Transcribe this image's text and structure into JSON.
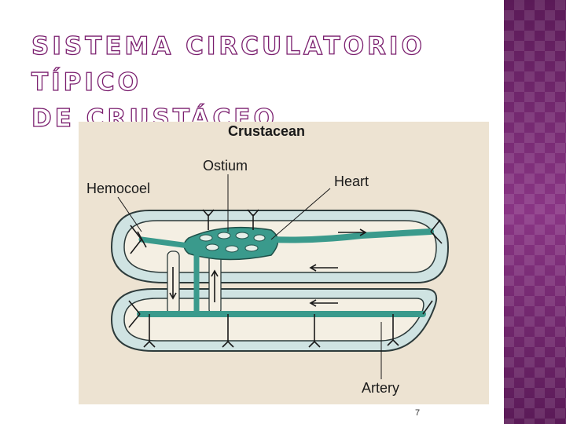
{
  "slide": {
    "title_line1": "SISTEMA CIRCULATORIO TÍPICO",
    "title_line2": "DE CRUSTÁCEO",
    "page_number": "7"
  },
  "diagram": {
    "title": "Crustacean",
    "labels": {
      "ostium": "Ostium",
      "heart": "Heart",
      "hemocoel": "Hemocoel",
      "artery": "Artery"
    }
  },
  "colors": {
    "accent": "#7a1e6e",
    "side_panel": "#6b2566",
    "vessel": "#3a9a8c",
    "body_fill": "#cfe3e2",
    "paper": "#ede3d2"
  }
}
